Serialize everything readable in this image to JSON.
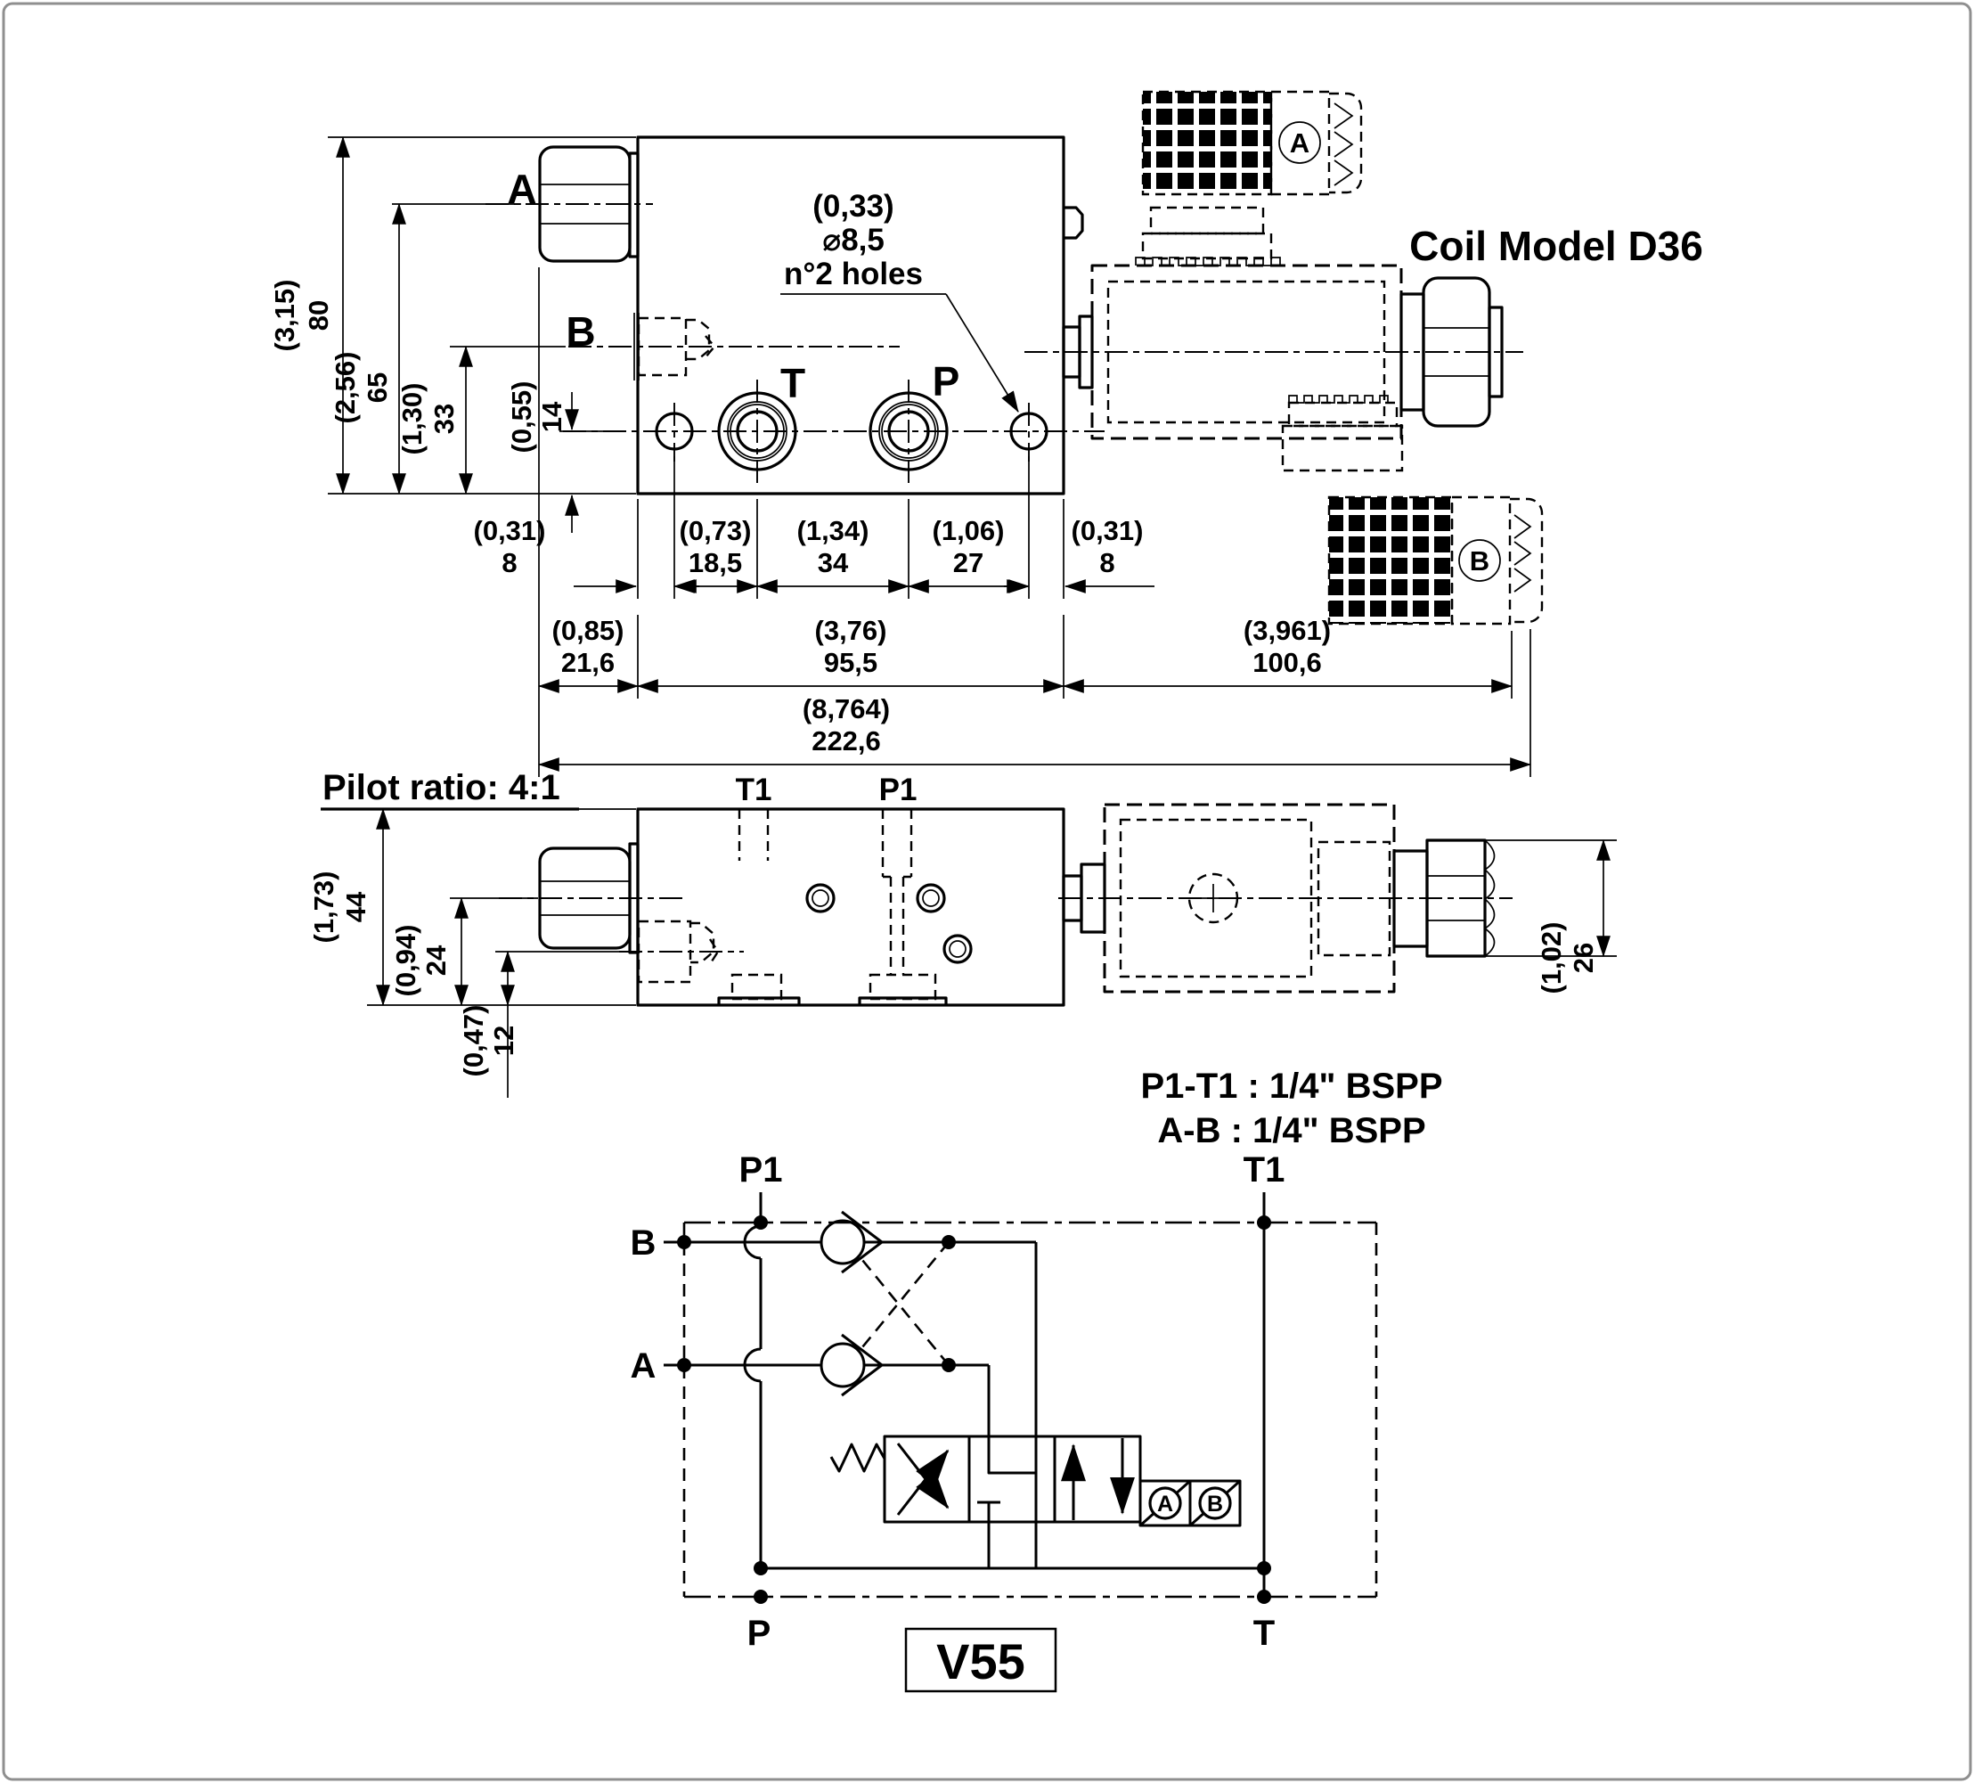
{
  "drawing": {
    "coil_model": "Coil Model D36",
    "pilot_ratio": "Pilot ratio: 4:1",
    "variant": "V55",
    "port_note_1": "P1-T1 : 1/4\" BSPP",
    "port_note_2": "A-B : 1/4\" BSPP",
    "drill_note": {
      "inch": "(0,33)",
      "dia": "⌀8,5",
      "qty": "n°2 holes"
    }
  },
  "top_view": {
    "labels": {
      "plug_a": "A",
      "plug_b": "B",
      "port_t": "T",
      "port_p": "P",
      "conn_a": "A",
      "conn_b": "B"
    },
    "dims_vertical": [
      {
        "inch": "(3,15)",
        "mm": "80"
      },
      {
        "inch": "(2,56)",
        "mm": "65"
      },
      {
        "inch": "(1,30)",
        "mm": "33"
      },
      {
        "inch": "(0,55)",
        "mm": "14"
      }
    ],
    "dims_row1": [
      {
        "inch": "(0,31)",
        "mm": "8"
      },
      {
        "inch": "(0,73)",
        "mm": "18,5"
      },
      {
        "inch": "(1,34)",
        "mm": "34"
      },
      {
        "inch": "(1,06)",
        "mm": "27"
      },
      {
        "inch": "(0,31)",
        "mm": "8"
      }
    ],
    "dims_row2": [
      {
        "inch": "(0,85)",
        "mm": "21,6"
      },
      {
        "inch": "(3,76)",
        "mm": "95,5"
      },
      {
        "inch": "(3,961)",
        "mm": "100,6"
      }
    ],
    "dims_row3": [
      {
        "inch": "(8,764)",
        "mm": "222,6"
      }
    ]
  },
  "side_view": {
    "labels": {
      "t1": "T1",
      "p1": "P1"
    },
    "dims": [
      {
        "inch": "(1,73)",
        "mm": "44"
      },
      {
        "inch": "(0,94)",
        "mm": "24"
      },
      {
        "inch": "(0,47)",
        "mm": "12"
      },
      {
        "inch": "(1,02)",
        "mm": "26"
      }
    ]
  },
  "schematic": {
    "labels": {
      "p1": "P1",
      "t1": "T1",
      "a": "A",
      "b": "B",
      "p": "P",
      "t": "T",
      "sol_a": "A",
      "sol_b": "B"
    }
  }
}
